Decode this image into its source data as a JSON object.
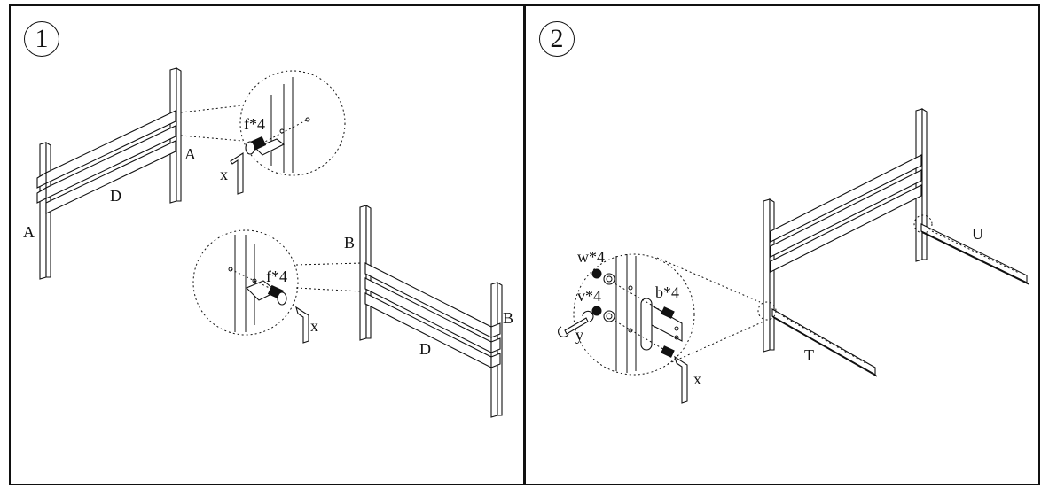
{
  "panels": [
    {
      "step": "1",
      "labels": {
        "a_upper": "A",
        "a_lower": "A",
        "d_upper": "D",
        "d_lower": "D",
        "b_upper": "B",
        "b_lower": "B",
        "bolt_upper": "f*4",
        "bolt_lower": "f*4",
        "key_upper": "x",
        "key_lower": "x"
      }
    },
    {
      "step": "2",
      "labels": {
        "w": "w*4",
        "v": "v*4",
        "b": "b*4",
        "y": "y",
        "x": "x",
        "t": "T",
        "u": "U"
      }
    }
  ]
}
